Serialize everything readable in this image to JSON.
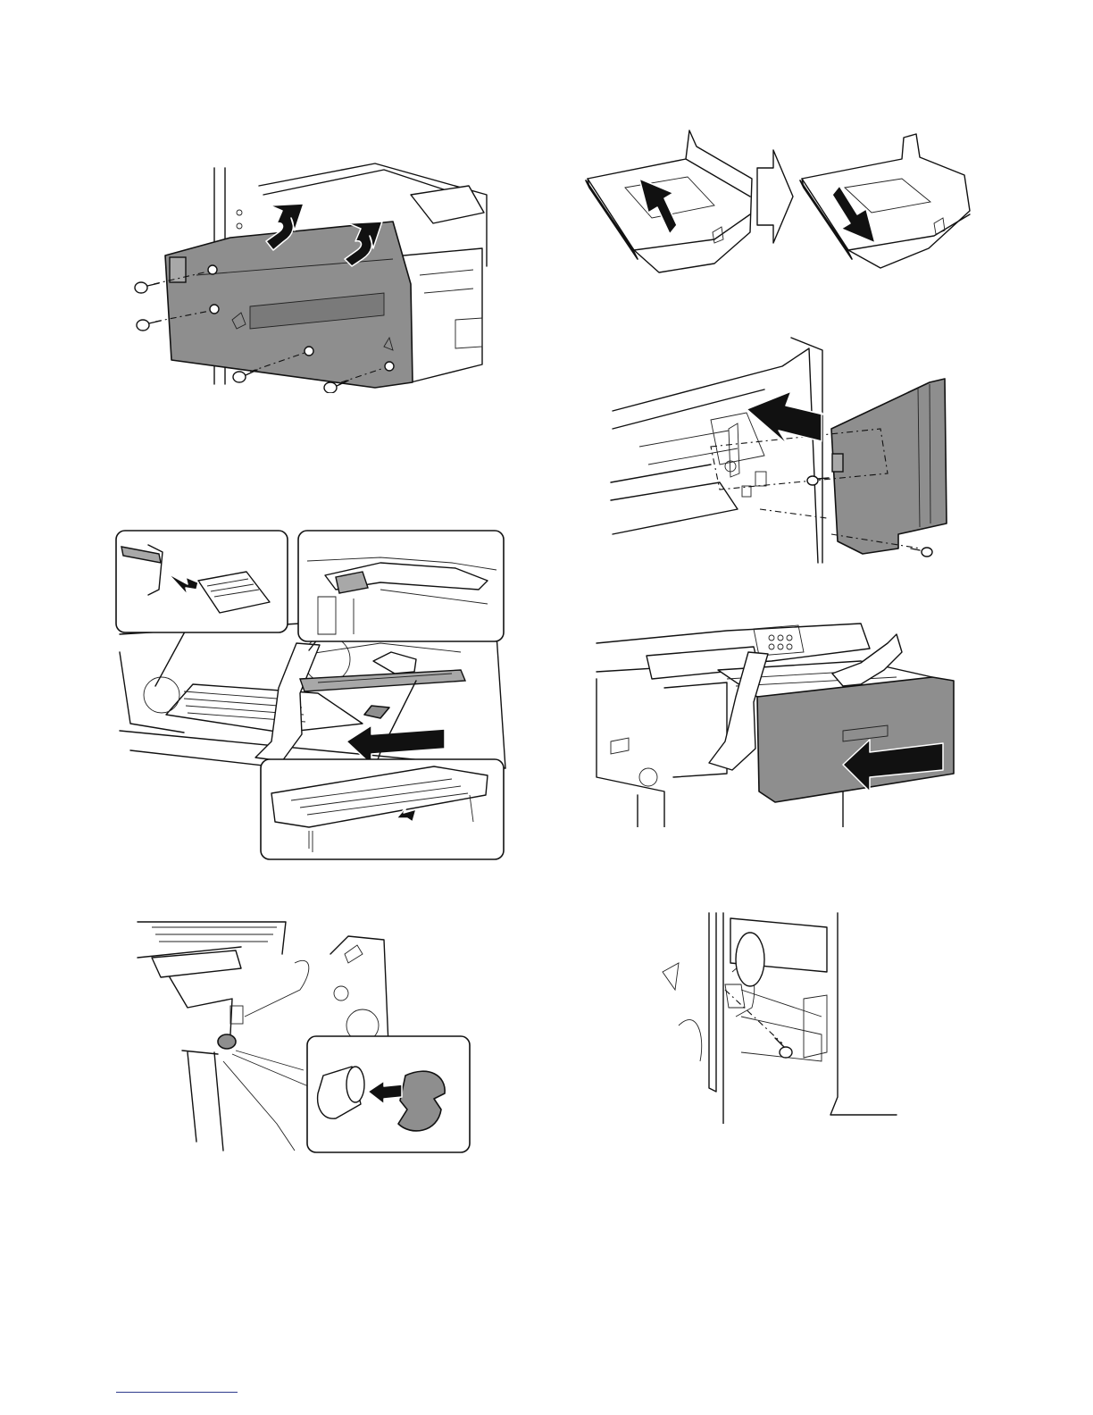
{
  "page": {
    "footer_rule_color": "#2d3a8c"
  },
  "figures": [
    {
      "id": "fig-1",
      "depicts": "screw-icon"
    },
    {
      "id": "fig-2",
      "depicts": "arrow-icon"
    },
    {
      "id": "fig-3",
      "depicts": "arrow-icon"
    },
    {
      "id": "fig-4",
      "depicts": "arrow-icon"
    },
    {
      "id": "fig-5",
      "depicts": "arrow-icon"
    },
    {
      "id": "fig-6",
      "depicts": "arrow-icon"
    },
    {
      "id": "fig-7",
      "depicts": "screw-icon"
    }
  ]
}
